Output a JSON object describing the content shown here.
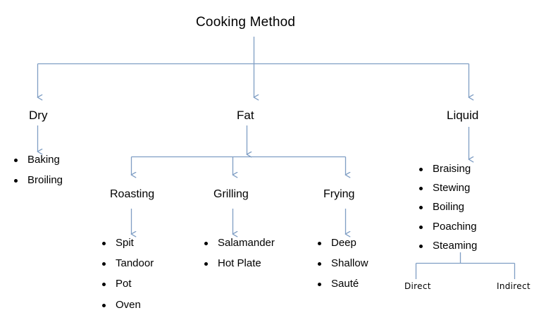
{
  "diagram": {
    "type": "tree",
    "title": "Cooking Method",
    "line_color": "#7f9ec4",
    "text_color": "#000000",
    "background": "#ffffff",
    "root": {
      "label": "Cooking Method"
    },
    "branches": [
      {
        "label": "Dry",
        "items": [
          "Baking",
          "Broiling"
        ]
      },
      {
        "label": "Fat",
        "children": [
          {
            "label": "Roasting",
            "items": [
              "Spit",
              "Tandoor",
              "Pot",
              "Oven"
            ]
          },
          {
            "label": "Grilling",
            "items": [
              "Salamander",
              "Hot Plate"
            ]
          },
          {
            "label": "Frying",
            "items": [
              "Deep",
              "Shallow",
              "Sauté"
            ]
          }
        ]
      },
      {
        "label": "Liquid",
        "items": [
          "Braising",
          "Stewing",
          "Boiling",
          "Poaching",
          "Steaming"
        ],
        "end_labels": [
          "Direct",
          "Indirect"
        ]
      }
    ]
  }
}
